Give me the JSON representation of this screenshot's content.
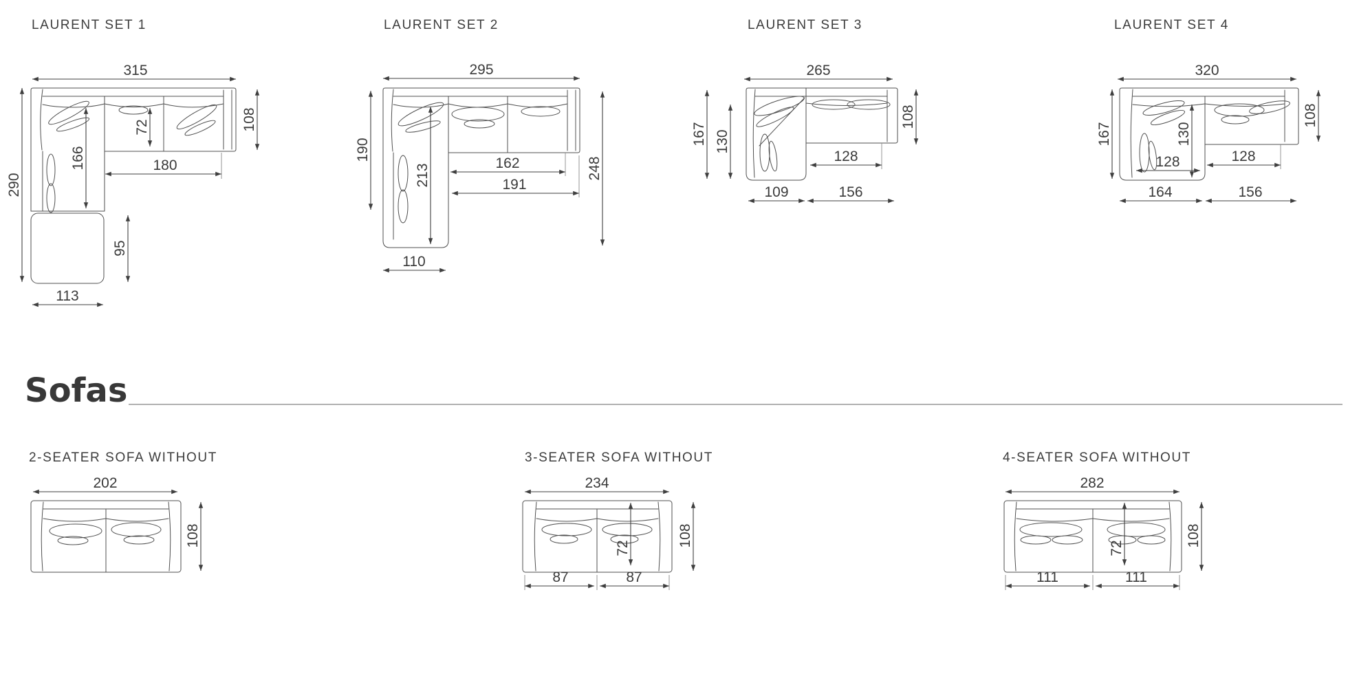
{
  "heading": {
    "label": "Sofas"
  },
  "panels": {
    "set1": {
      "title": "LAURENT SET 1",
      "dims": {
        "total_width": "315",
        "total_depth": "290",
        "body_depth": "108",
        "seat_depth": "72",
        "chaise_length": "166",
        "inner_width": "180",
        "ottoman_depth": "95",
        "ottoman_width": "113"
      }
    },
    "set2": {
      "title": "LAURENT SET 2",
      "dims": {
        "total_width": "295",
        "left_depth": "190",
        "total_depth": "248",
        "chaise_length": "213",
        "inner_width": "162",
        "inner_width_full": "191",
        "chaise_width": "110"
      }
    },
    "set3": {
      "title": "LAURENT SET 3",
      "dims": {
        "total_width": "265",
        "left_depth": "167",
        "chaise_length": "130",
        "body_depth": "108",
        "inner_width": "128",
        "chaise_width": "109",
        "body_width": "156"
      }
    },
    "set4": {
      "title": "LAURENT SET 4",
      "dims": {
        "total_width": "320",
        "left_depth": "167",
        "chaise_length": "130",
        "body_depth": "108",
        "chaise_inner_width": "128",
        "inner_width": "128",
        "chaise_width": "164",
        "body_width": "156"
      }
    },
    "seater2": {
      "title": "2-SEATER SOFA WITHOUT",
      "dims": {
        "total_width": "202",
        "total_depth": "108"
      }
    },
    "seater3": {
      "title": "3-SEATER SOFA WITHOUT",
      "dims": {
        "total_width": "234",
        "total_depth": "108",
        "seat_depth": "72",
        "left_seat": "87",
        "right_seat": "87"
      }
    },
    "seater4": {
      "title": "4-SEATER SOFA WITHOUT",
      "dims": {
        "total_width": "282",
        "total_depth": "108",
        "seat_depth": "72",
        "left_seat": "111",
        "right_seat": "111"
      }
    }
  }
}
